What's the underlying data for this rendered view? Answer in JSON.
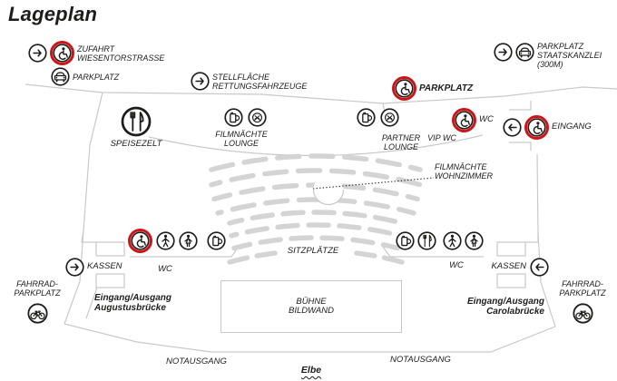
{
  "title": "Lageplan",
  "colors": {
    "ink": "#1d1d1b",
    "accent_red": "#ce1417",
    "structure_gray": "#c9c9c9",
    "seat_gray": "#d4d4d4"
  },
  "pois": {
    "zufahrt": {
      "icons": [
        "arrow-right",
        "wheelchair-red"
      ],
      "lines": [
        "ZUFAHRT",
        "WIESENTORSTRASSE"
      ]
    },
    "parkplatz_left": {
      "icons": [
        "car"
      ],
      "lines": [
        "PARKPLATZ"
      ]
    },
    "stellflaeche": {
      "icons": [
        "arrow-right"
      ],
      "lines": [
        "STELLFLÄCHE",
        "RETTUNGSFAHRZEUGE"
      ]
    },
    "staatskanzlei": {
      "icons": [
        "arrow-right",
        "car"
      ],
      "lines": [
        "PARKPLATZ",
        "STAATSKANZLEI",
        "(300M)"
      ]
    },
    "parkplatz_accessible": {
      "icons": [
        "wheelchair-red"
      ],
      "lines": [
        "PARKPLATZ"
      ]
    },
    "speisezelt": {
      "icons": [
        "cutlery"
      ],
      "lines": [
        "SPEISEZELT"
      ]
    },
    "filmnaechte_lounge": {
      "icons": [
        "beer",
        "pretzel"
      ],
      "lines": [
        "FILMNÄCHTE",
        "LOUNGE"
      ]
    },
    "partner_lounge": {
      "icons": [
        "beer",
        "pretzel"
      ],
      "lines": [
        "PARTNER",
        "LOUNGE"
      ]
    },
    "vip_wc": {
      "icons": [],
      "lines": [
        "VIP WC"
      ]
    },
    "wc_top": {
      "icons": [
        "wheelchair-red"
      ],
      "lines": [
        "WC"
      ]
    },
    "eingang_right": {
      "icons": [
        "arrow-left",
        "wheelchair-red"
      ],
      "lines": [
        "EINGANG"
      ]
    },
    "wohnzimmer": {
      "icons": [],
      "lines": [
        "FILMNÄCHTE",
        "WOHNZIMMER"
      ]
    },
    "sitzplaetze": {
      "icons": [],
      "lines": [
        "SITZPLÄTZE"
      ]
    },
    "kassen_left": {
      "icons": [
        "arrow-right"
      ],
      "lines": [
        "KASSEN"
      ]
    },
    "kassen_right": {
      "icons": [
        "arrow-left"
      ],
      "lines": [
        "KASSEN"
      ]
    },
    "wc_left": {
      "icons": [
        "wheelchair-red",
        "man",
        "woman",
        "beer"
      ],
      "lines": [
        "WC"
      ]
    },
    "wc_right": {
      "icons": [
        "beer",
        "cutlery",
        "man",
        "woman"
      ],
      "lines": [
        "WC"
      ]
    },
    "fahrrad_left": {
      "icons": [
        "bicycle"
      ],
      "lines": [
        "FAHRRAD-",
        "PARKPLATZ"
      ]
    },
    "fahrrad_right": {
      "icons": [
        "bicycle"
      ],
      "lines": [
        "FAHRRAD-",
        "PARKPLATZ"
      ]
    },
    "eingang_augustus": {
      "icons": [],
      "lines": [
        "Eingang/Ausgang",
        "Augustusbrücke"
      ]
    },
    "eingang_carola": {
      "icons": [],
      "lines": [
        "Eingang/Ausgang",
        "Carolabrücke"
      ]
    },
    "buehne": {
      "icons": [],
      "lines": [
        "BÜHNE",
        "BILDWAND"
      ]
    },
    "notausgang_left": {
      "icons": [],
      "lines": [
        "NOTAUSGANG"
      ]
    },
    "notausgang_right": {
      "icons": [],
      "lines": [
        "NOTAUSGANG"
      ]
    },
    "elbe": {
      "icons": [],
      "lines": [
        "Elbe"
      ]
    }
  }
}
